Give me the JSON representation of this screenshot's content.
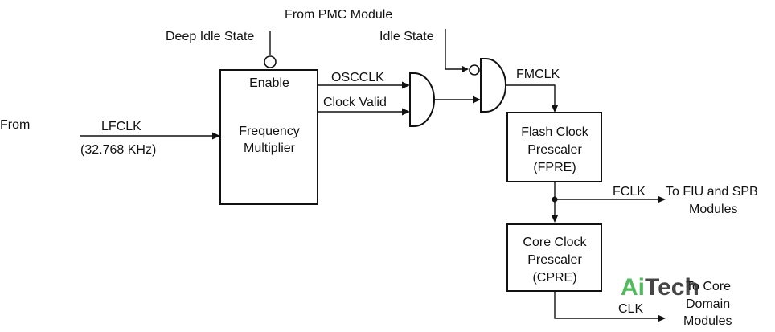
{
  "labels": {
    "from_left": "From",
    "from_pmc": "From PMC Module",
    "deep_idle": "Deep Idle State",
    "idle_state": "Idle State",
    "enable": "Enable",
    "freq_mult_1": "Frequency",
    "freq_mult_2": "Multiplier",
    "lfclk": "LFCLK",
    "lfclk_freq": "(32.768 KHz)",
    "oscclk": "OSCCLK",
    "clock_valid": "Clock Valid",
    "fmclk": "FMCLK",
    "fpre_1": "Flash Clock",
    "fpre_2": "Prescaler",
    "fpre_3": "(FPRE)",
    "fclk": "FCLK",
    "to_fiu_1": "To FIU and SPB",
    "to_fiu_2": "Modules",
    "cpre_1": "Core Clock",
    "cpre_2": "Prescaler",
    "cpre_3": "(CPRE)",
    "clk": "CLK",
    "to_core_1": "To Core",
    "to_core_2": "Domain",
    "to_core_3": "Modules"
  },
  "watermark": {
    "brand": "AiTech",
    "ai_color": "#3cb44b",
    "tech_color": "#333333"
  }
}
